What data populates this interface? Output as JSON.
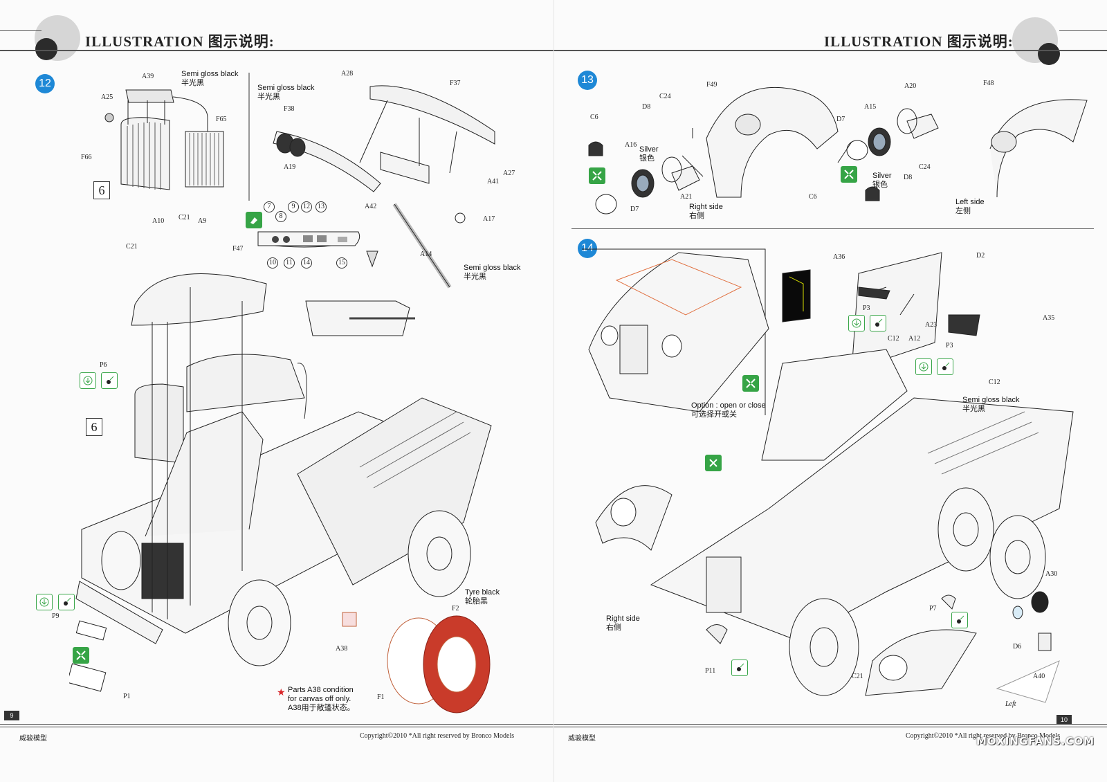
{
  "header": {
    "title": "ILLUSTRATION 图示说明:"
  },
  "left_page": {
    "page_number": "9",
    "footer_brand": "威骏模型",
    "footer_copyright": "Copyright©2010  *All right reserved by Bronco Models",
    "step": "12",
    "box_label": "6",
    "notes": {
      "semi_gloss_1": {
        "en": "Semi gloss black",
        "cn": "半光黑"
      },
      "semi_gloss_2": {
        "en": "Semi gloss black",
        "cn": "半光黑"
      },
      "semi_gloss_3": {
        "en": "Semi gloss black",
        "cn": "半光黑"
      },
      "tyre": {
        "en": "Tyre black",
        "cn": "轮胎黑"
      },
      "star": {
        "line1": "Parts A38 condition",
        "line2": "for canvas off only.",
        "line3": "A38用于敞篷状态。"
      }
    },
    "part_labels": [
      "A39",
      "A25",
      "F65",
      "F66",
      "A28",
      "F37",
      "F38",
      "A19",
      "A27",
      "A41",
      "A42",
      "A17",
      "A14",
      "A10",
      "C21",
      "A9",
      "C21",
      "F47",
      "P6",
      "P9",
      "A38",
      "F2",
      "F1",
      "P1"
    ],
    "decal_numbers": [
      "7",
      "8",
      "9",
      "12",
      "13",
      "10",
      "11",
      "14",
      "15"
    ]
  },
  "right_page": {
    "page_number": "10",
    "footer_brand": "威骏模型",
    "footer_copyright": "Copyright©2010  *All right reserved by Bronco Models",
    "steps": [
      "13",
      "14"
    ],
    "notes": {
      "silver_1": {
        "en": "Silver",
        "cn": "银色"
      },
      "silver_2": {
        "en": "Silver",
        "cn": "银色"
      },
      "right_side_1": {
        "en": "Right side",
        "cn": "右侧"
      },
      "left_side": {
        "en": "Left side",
        "cn": "左侧"
      },
      "option": {
        "en": "Option : open or close",
        "cn": "可选择开或关"
      },
      "semi_gloss": {
        "en": "Semi gloss black",
        "cn": "半光黑"
      },
      "right_side_2": {
        "en": "Right side",
        "cn": "右侧"
      },
      "left_small": "Left"
    },
    "part_labels": [
      "C6",
      "D8",
      "C24",
      "F49",
      "A16",
      "D7",
      "A21",
      "A15",
      "A20",
      "F48",
      "D7",
      "D8",
      "C24",
      "C6",
      "A36",
      "D2",
      "P3",
      "C12",
      "A12",
      "A23",
      "P3",
      "A35",
      "C12",
      "P7",
      "A30",
      "D6",
      "A40",
      "P11",
      "C21"
    ],
    "watermark": "MOXINGFANS.COM"
  }
}
